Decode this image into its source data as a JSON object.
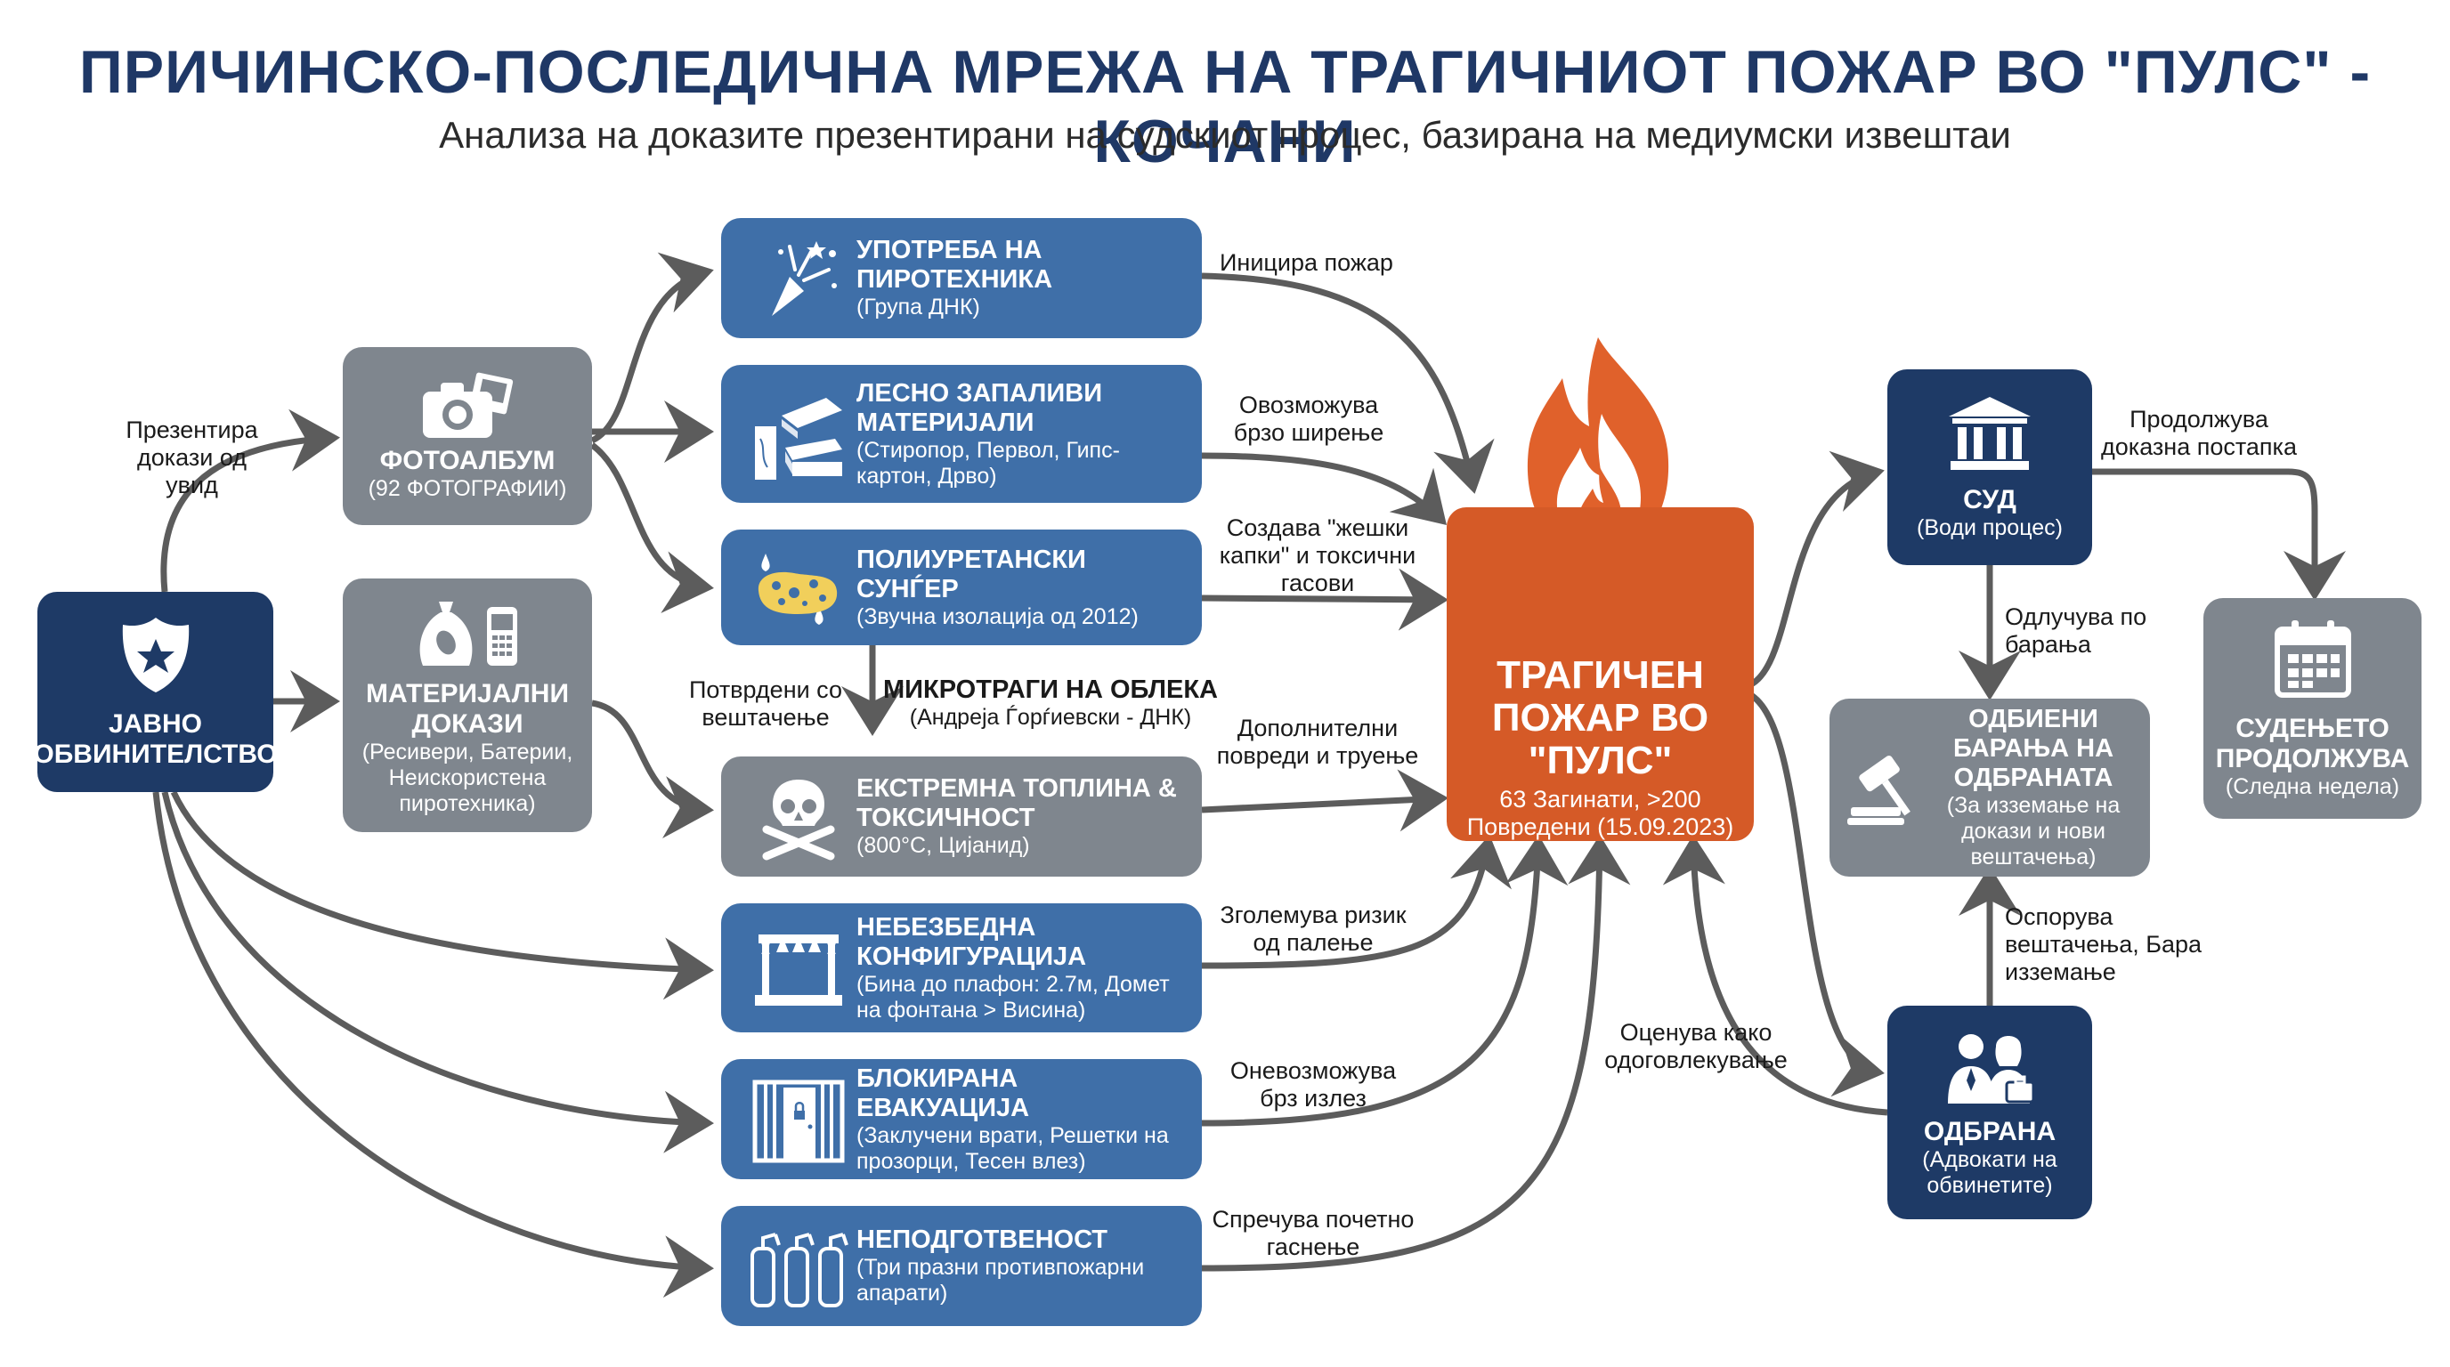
{
  "title": "ПРИЧИНСКО-ПОСЛЕДИЧНА МРЕЖА НА ТРАГИЧНИОТ ПОЖАР ВО \"ПУЛС\" - КОЧАНИ",
  "subtitle": "Анализа на доказите презентирани на судскиот процес, базирана на медиумски извештаи",
  "colors": {
    "blue": "#3f6fa8",
    "gray": "#7f868e",
    "navy": "#1e3a66",
    "orange": "#d55a27",
    "arrow": "#5c5c5c",
    "title": "#1f3866"
  },
  "nodes": {
    "prosecution": {
      "title": "ЈАВНО ОБВИНИТЕЛСТВО",
      "icon": "police-badge-icon"
    },
    "photo_album": {
      "title": "ФОТОАЛБУМ",
      "sub": "(92 ФОТОГРАФИИ)",
      "icon": "camera-photos-icon"
    },
    "material_evidence": {
      "title": "МАТЕРИЈАЛНИ ДОКАЗИ",
      "sub": "(Ресивери, Батерии, Неискористена пиротехника)",
      "icon": "evidence-bag-phone-icon"
    },
    "pyro": {
      "title": "УПОТРЕБА НА ПИРОТЕХНИКА",
      "sub": "(Група ДНК)",
      "icon": "fireworks-icon"
    },
    "flammable": {
      "title": "ЛЕСНО ЗАПАЛИВИ МАТЕРИЈАЛИ",
      "sub": "(Стиропор, Первол, Гипс-картон, Дрво)",
      "icon": "materials-icon"
    },
    "foam": {
      "title": "ПОЛИУРЕТАНСКИ СУНЃЕР",
      "sub": "(Звучна изолација од 2012)",
      "icon": "sponge-icon"
    },
    "microtraces": {
      "title": "МИКРОТРАГИ НА ОБЛЕКА",
      "sub": "(Андреја Ѓорѓиевски - ДНК)"
    },
    "heat": {
      "title": "ЕКСТРЕМНА ТОПЛИНА & ТОКСИЧНОСТ",
      "sub": "(800°C, Цијанид)",
      "icon": "skull-crossbones-icon"
    },
    "config": {
      "title": "НЕБЕЗБЕДНА КОНФИГУРАЦИЈА",
      "sub": "(Бина до плафон: 2.7м, Домет на фонтана > Висина)",
      "icon": "stage-icon"
    },
    "evacuation": {
      "title": "БЛОКИРАНА ЕВАКУАЦИЈА",
      "sub": "(Заклучени врати, Решетки на прозорци, Тесен влез)",
      "icon": "locked-door-icon"
    },
    "unprepared": {
      "title": "НЕПОДГОТВЕНОСТ",
      "sub": "(Три празни противпожарни апарати)",
      "icon": "fire-extinguishers-icon"
    },
    "fire": {
      "title": "ТРАГИЧЕН ПОЖАР ВО \"ПУЛС\"",
      "sub": "63 Загинати, >200 Повредени (15.09.2023)",
      "icon": "flame-icon"
    },
    "court": {
      "title": "СУД",
      "sub": "(Води процес)",
      "icon": "courthouse-icon"
    },
    "rejected": {
      "title": "ОДБИЕНИ БАРАЊА НА ОДБРАНАТА",
      "sub": "(За изземање на докази и нови вештачења)",
      "icon": "gavel-icon"
    },
    "trial": {
      "title": "СУДЕЊЕТО ПРОДОЛЖУВА",
      "sub": "(Следна недела)",
      "icon": "calendar-icon"
    },
    "defense": {
      "title": "ОДБРАНА",
      "sub": "(Адвокати на обвинетите)",
      "icon": "lawyers-icon"
    }
  },
  "edge_labels": {
    "presents": "Презентира докази од увид",
    "initiates": "Иницира пожар",
    "spread": "Овозможува брзо ширење",
    "drops": "Создава \"жешки капки\" и токсични гасови",
    "confirmed": "Потврдени со вештачење",
    "injuries": "Дополнителни повреди и труење",
    "risk": "Зголемува ризик од палење",
    "exit": "Оневозможува брз излез",
    "prevent": "Спречува почетно гаснење",
    "liability": "Оценува како одоговлекување",
    "continues": "Продолжува доказна постапка",
    "decides": "Одлучува по барања",
    "contests": "Оспорува вештачења, Бара изземање"
  }
}
